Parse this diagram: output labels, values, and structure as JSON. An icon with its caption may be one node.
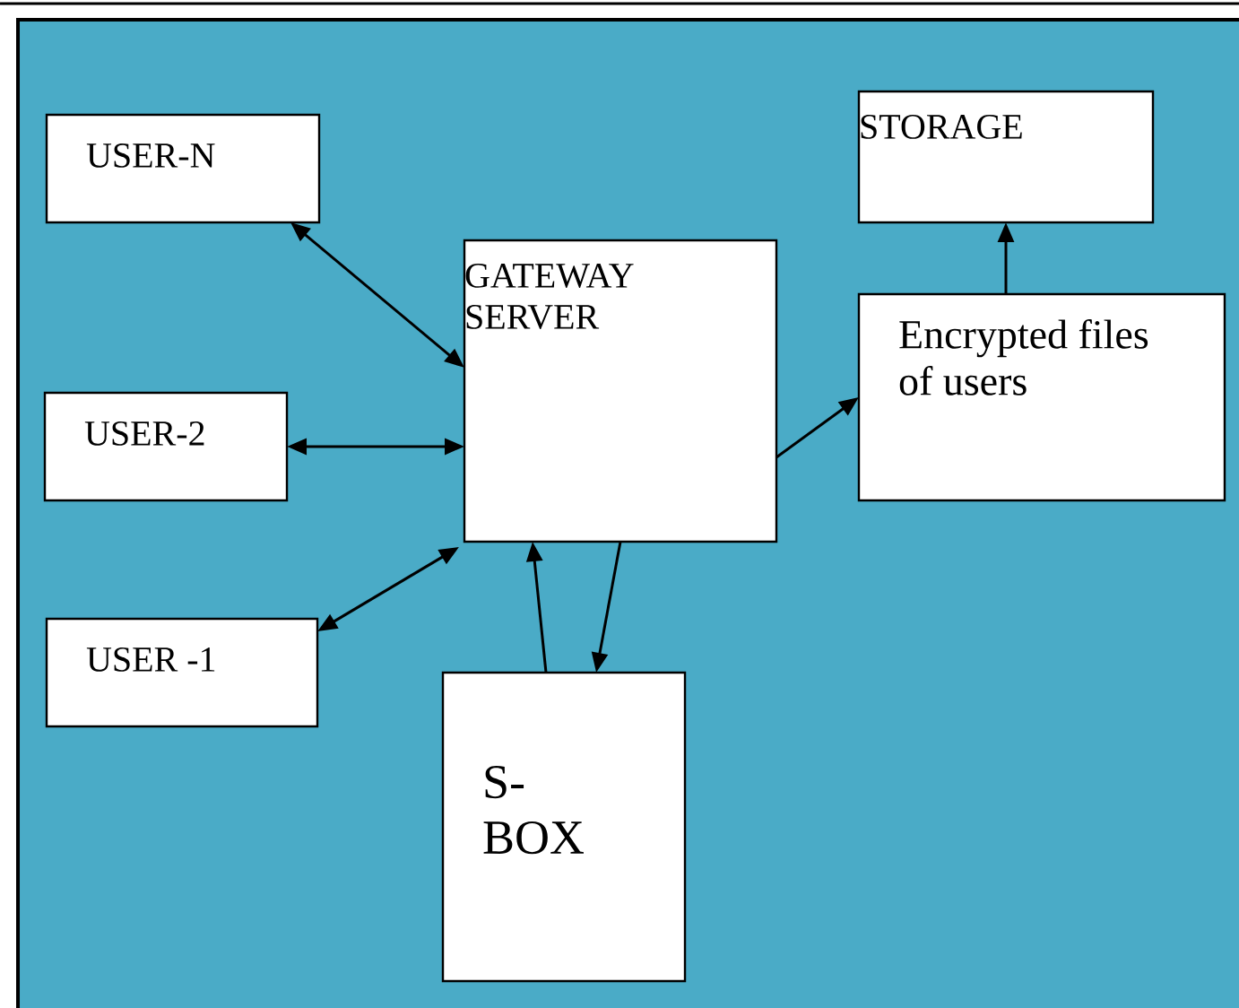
{
  "diagram": {
    "nodes": [
      {
        "text": [
          "USER-N"
        ]
      },
      {
        "text": [
          "USER-2"
        ]
      },
      {
        "text": [
          "USER -1"
        ]
      },
      {
        "text": [
          "GATEWAY SERVER"
        ]
      },
      {
        "text": [
          "S- BOX"
        ]
      },
      {
        "text": [
          "Encrypted files of users"
        ]
      },
      {
        "text": [
          "STORAGE"
        ]
      }
    ],
    "edges": [
      {
        "from": 0,
        "to": 3,
        "arrow": "both"
      },
      {
        "from": 1,
        "to": 3,
        "arrow": "both"
      },
      {
        "from": 2,
        "to": 3,
        "arrow": "both"
      },
      {
        "from": 4,
        "to": 3,
        "arrow": "to"
      },
      {
        "from": 3,
        "to": 4,
        "arrow": "to"
      },
      {
        "from": 3,
        "to": 5,
        "arrow": "to"
      },
      {
        "from": 5,
        "to": 6,
        "arrow": "to"
      }
    ]
  }
}
